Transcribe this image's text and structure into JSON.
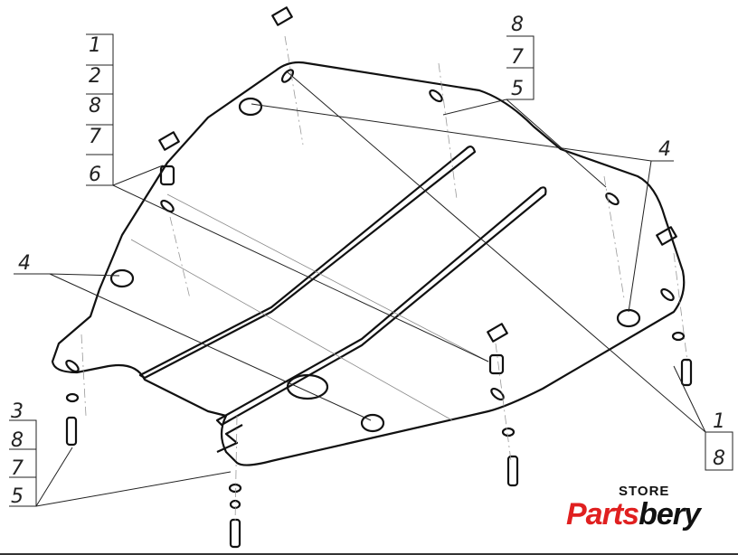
{
  "callouts": {
    "top_left": [
      "1",
      "2",
      "8",
      "7",
      "6"
    ],
    "top_right": [
      "8",
      "7",
      "5"
    ],
    "right_mid": "4",
    "left_mid": "4",
    "bottom_left": [
      "3",
      "8",
      "7",
      "5"
    ],
    "bottom_right": [
      "1",
      "8"
    ]
  },
  "logo": {
    "store": "STORE",
    "brand_red": "Parts",
    "brand_black": "bery"
  },
  "colors": {
    "brand": "#e02020"
  }
}
